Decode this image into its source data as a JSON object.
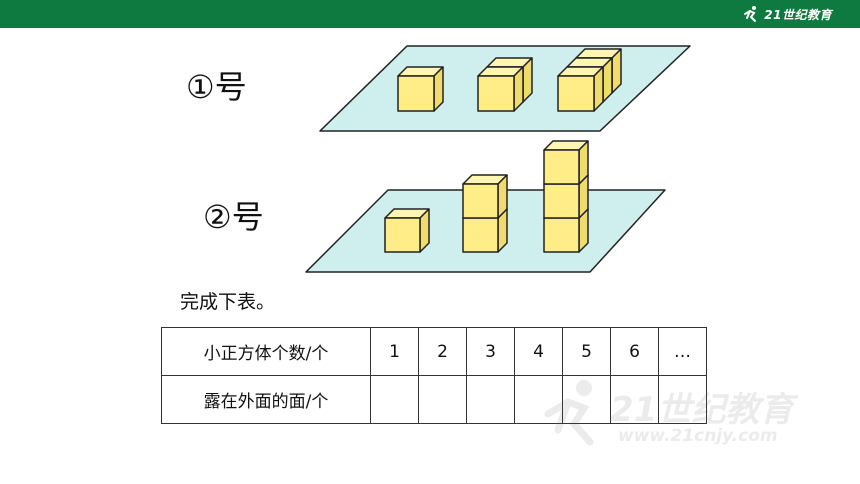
{
  "header": {
    "brand_text": "21世纪教育",
    "bar_color": "#0f7a3f"
  },
  "figure": {
    "label_1": "①号",
    "label_2": "②号",
    "plane_color": "#cfeeee",
    "cube_color": "#ffee88",
    "icon": "cube-stack-icon"
  },
  "instruction": "完成下表。",
  "table": {
    "row1_label": "小正方体个数/个",
    "row2_label": "露在外面的面/个",
    "values": [
      "1",
      "2",
      "3",
      "4",
      "5",
      "6",
      "…"
    ],
    "row2_values": [
      "",
      "",
      "",
      "",
      "",
      "",
      ""
    ]
  },
  "watermark": {
    "text": "21世纪教育",
    "url": "www.21cnjy.com"
  }
}
